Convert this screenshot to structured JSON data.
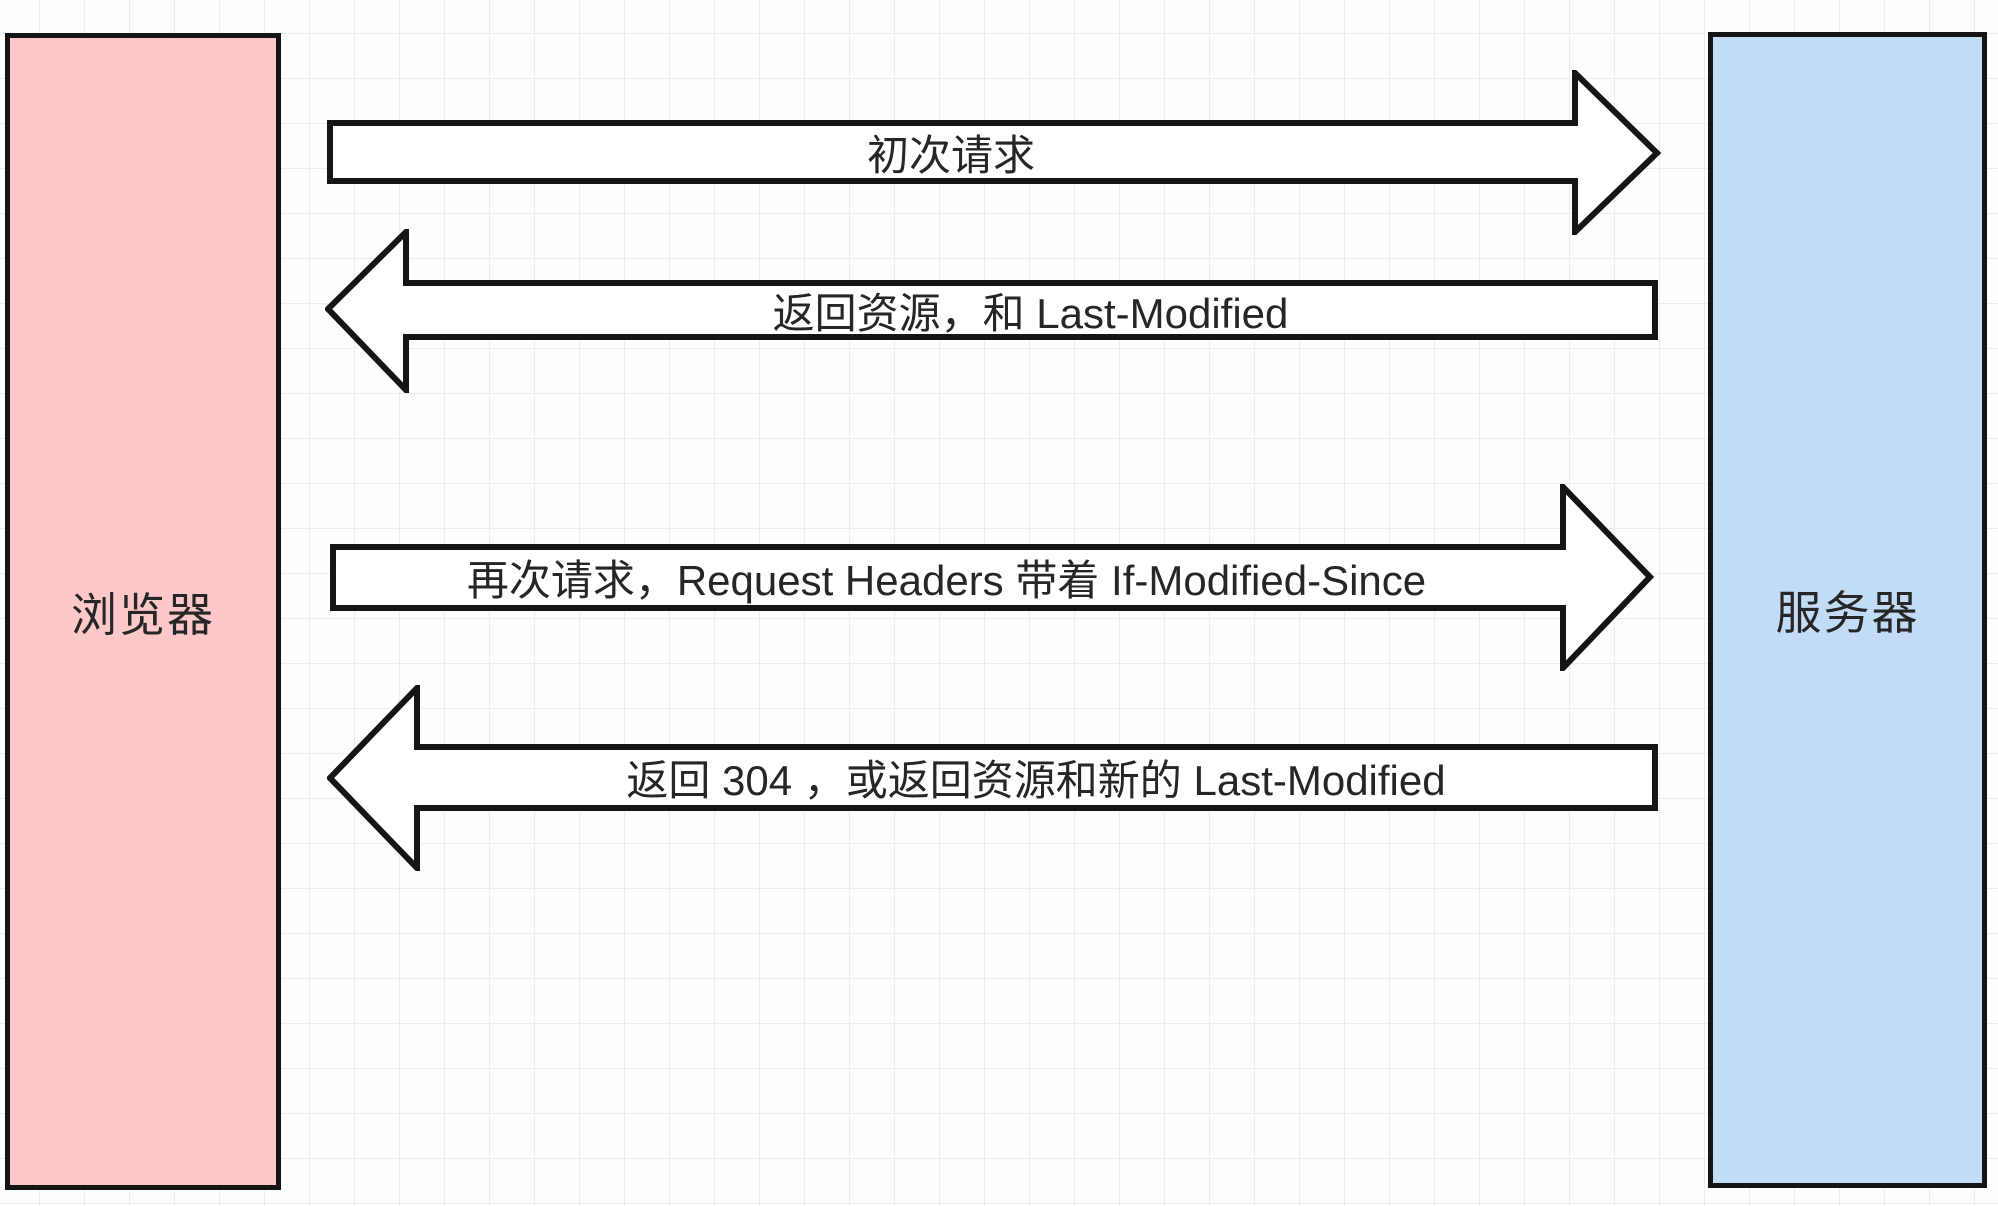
{
  "diagram": {
    "title": "Last-Modified / If-Modified-Since HTTP cache flow",
    "left_box": {
      "label": "浏览器"
    },
    "right_box": {
      "label": "服务器"
    },
    "arrows": [
      {
        "label": "初次请求",
        "direction": "right",
        "from": "浏览器",
        "to": "服务器"
      },
      {
        "label": "返回资源，和 Last-Modified",
        "direction": "left",
        "from": "服务器",
        "to": "浏览器"
      },
      {
        "label": "再次请求，Request Headers 带着 If-Modified-Since",
        "direction": "right",
        "from": "浏览器",
        "to": "服务器"
      },
      {
        "label": "返回 304 ，或返回资源和新的 Last-Modified",
        "direction": "left",
        "from": "服务器",
        "to": "浏览器"
      }
    ],
    "colors": {
      "browser_box_fill": "#fbc7c7",
      "server_box_fill": "#c2dcf7",
      "outline": "#151515",
      "arrow_fill": "#ffffff",
      "grid_line": "#ececec",
      "background": "#fdfdfd",
      "text": "#262626"
    }
  }
}
